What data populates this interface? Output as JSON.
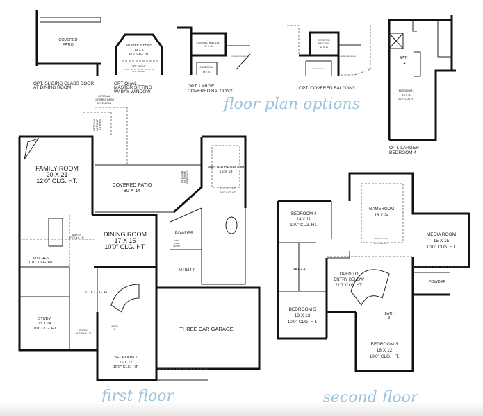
{
  "headings": {
    "options": "floor plan options",
    "first": "first floor",
    "second": "second floor"
  },
  "options": {
    "patio": {
      "room": [
        "COVERED",
        "PATIO"
      ],
      "caption": [
        "OPT. SLIDING GLASS DOOR",
        "AT DINING ROOM"
      ]
    },
    "sitting": {
      "room": [
        "MASTER SITTING",
        "15 X 8",
        "10'0\" CLG. HT."
      ],
      "clg": [
        "10'0\" CLG. HT.",
        "11'0\" CLG. HT."
      ],
      "caption": [
        "OPTIONAL",
        "MASTER SITTING",
        "W/ BAY WINDOW"
      ]
    },
    "large_balcony": {
      "room": [
        "COVERED BALCONY",
        "17 X 11"
      ],
      "below": "GAMEROOM",
      "below_size": "18 X 24",
      "side": "COVERED PATIO BELOW",
      "caption": [
        "OPT. LARGE",
        "COVERED BALCONY"
      ]
    },
    "balcony": {
      "room": [
        "COVERED",
        "BALCONY",
        "13 X 11"
      ],
      "below": "GAMEROOM 18 X 24",
      "side": "COVERED PATIO BELOW",
      "caption": "OPT. COVERED BALCONY"
    },
    "larger_bed4": {
      "bath": [
        "BATH",
        "4"
      ],
      "room": [
        "BEDROOM 4",
        "13 X 20",
        "10'0\" CLG.HT."
      ],
      "caption": [
        "OPT. LARGER",
        "BEDROOM 4"
      ]
    }
  },
  "first_floor": {
    "patio_ext": [
      "OPTIONAL",
      "COVERED PATIO",
      "EXTENSION"
    ],
    "outdoor_kitchen": [
      "OPTIONAL",
      "OUTDOOR",
      "KITCHEN"
    ],
    "family": [
      "FAMILY ROOM",
      "20 X 21",
      "12'0\" CLG. HT."
    ],
    "patio": [
      "COVERED PATIO",
      "30 X 14"
    ],
    "fireplace": [
      "OPTIONAL",
      "OUTDOOR",
      "FIREPLACE"
    ],
    "master": [
      "MASTER BEDROOM",
      "15 X 18"
    ],
    "master_clg": [
      "11'0\" CLG. HT.",
      "10'0\" CLG. HT."
    ],
    "brkfst": [
      "BRKFST",
      "10'0\" CLG. HT."
    ],
    "dining": [
      "DINING ROOM",
      "17 X 15",
      "10'0\" CLG. HT."
    ],
    "powder": "POWDER",
    "wine": [
      "OPT.",
      "WINE",
      "ROOM"
    ],
    "kitchen": [
      "KITCHEN",
      "10'0\" CLG. HT."
    ],
    "utility": "UTILITY",
    "foyer_clg": "21'0\" CLG. HT.",
    "study": [
      "STUDY",
      "13 X 14",
      "10'0\" CLG. HT."
    ],
    "entry": [
      "ENTRY",
      "21'0\" CLG. HT."
    ],
    "bath2": [
      "BATH",
      "2"
    ],
    "garage": "THREE CAR GARAGE",
    "bedroom2": [
      "BEDROOM 2",
      "16 X 12",
      "10'0\" CLG. HT."
    ]
  },
  "second_floor": {
    "bedroom4": [
      "BEDROOM 4",
      "14 X 11",
      "10'0\" CLG. HT."
    ],
    "gameroom": [
      "GAMEROOM",
      "18 X 24"
    ],
    "game_clg": [
      "11'0\" CLG. HT.",
      "10'0\" CLG. HT."
    ],
    "media": [
      "MEDIA ROOM",
      "15 X 15",
      "10'0\" CLG. HT."
    ],
    "bath4": "BATH 4",
    "open": [
      "OPEN TO",
      "ENTRY BELOW",
      "21'0\" CLG. HT."
    ],
    "powder": "POWDER",
    "bedroom5": [
      "BEDROOM 5",
      "13 X 13",
      "10'0\" CLG. HT."
    ],
    "bath3": [
      "BATH",
      "3"
    ],
    "bedroom3": [
      "BEDROOM 3",
      "16 X 12",
      "10'0\" CLG. HT."
    ]
  },
  "colors": {
    "walls": "#111111",
    "heading": "#9cc4dc"
  }
}
